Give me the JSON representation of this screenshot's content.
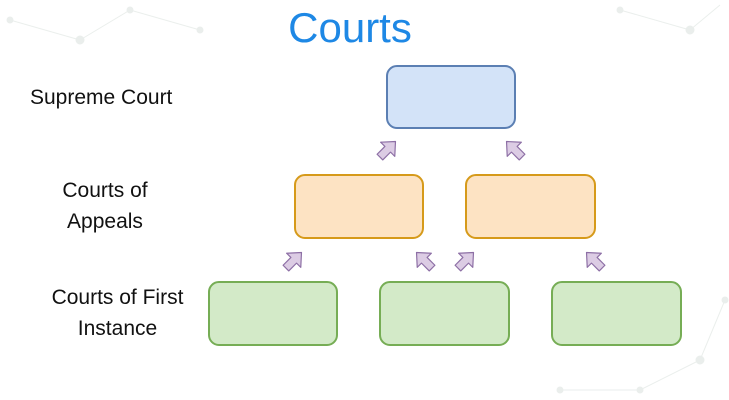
{
  "title": "Courts",
  "levels": [
    {
      "label": "Supreme Court"
    },
    {
      "label_line1": "Courts of",
      "label_line2": "Appeals"
    },
    {
      "label_line1": "Courts of First",
      "label_line2": "Instance"
    }
  ],
  "colors": {
    "title": "#1e88e5",
    "supreme_fill": "#d3e3f8",
    "supreme_stroke": "#5b7fb3",
    "appeals_fill": "#fde3c3",
    "appeals_stroke": "#d69a1a",
    "first_fill": "#d3eac8",
    "first_stroke": "#76ad55",
    "arrow_fill": "#dcccE4",
    "arrow_stroke": "#8d6fa5"
  }
}
